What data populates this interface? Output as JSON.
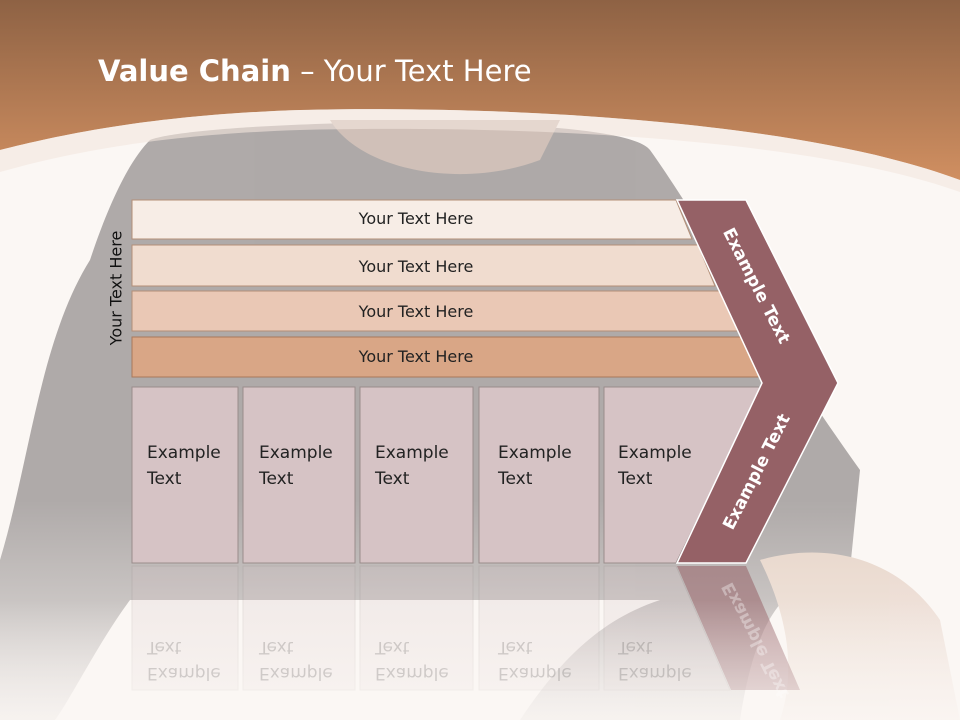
{
  "slide": {
    "title_bold": "Value Chain",
    "title_rest": " – Your Text Here",
    "side_label": "Your Text Here"
  },
  "rows": [
    {
      "label": "Your Text Here",
      "color": "#f7ede6"
    },
    {
      "label": "Your Text Here",
      "color": "#f0dccf"
    },
    {
      "label": "Your Text Here",
      "color": "#eac8b5"
    },
    {
      "label": "Your Text Here",
      "color": "#d9a686"
    }
  ],
  "cells": [
    {
      "line1": "Example",
      "line2": "Text"
    },
    {
      "line1": "Example",
      "line2": "Text"
    },
    {
      "line1": "Example",
      "line2": "Text"
    },
    {
      "line1": "Example",
      "line2": "Text"
    },
    {
      "line1": "Example",
      "line2": "Text"
    }
  ],
  "chevron": {
    "upper_label": "Example Text",
    "lower_label": "Example Text",
    "color": "#956166"
  },
  "colors": {
    "header": "#c48a5e",
    "cell": "#d6c3c5",
    "silhouette": "#a9a4a3"
  }
}
